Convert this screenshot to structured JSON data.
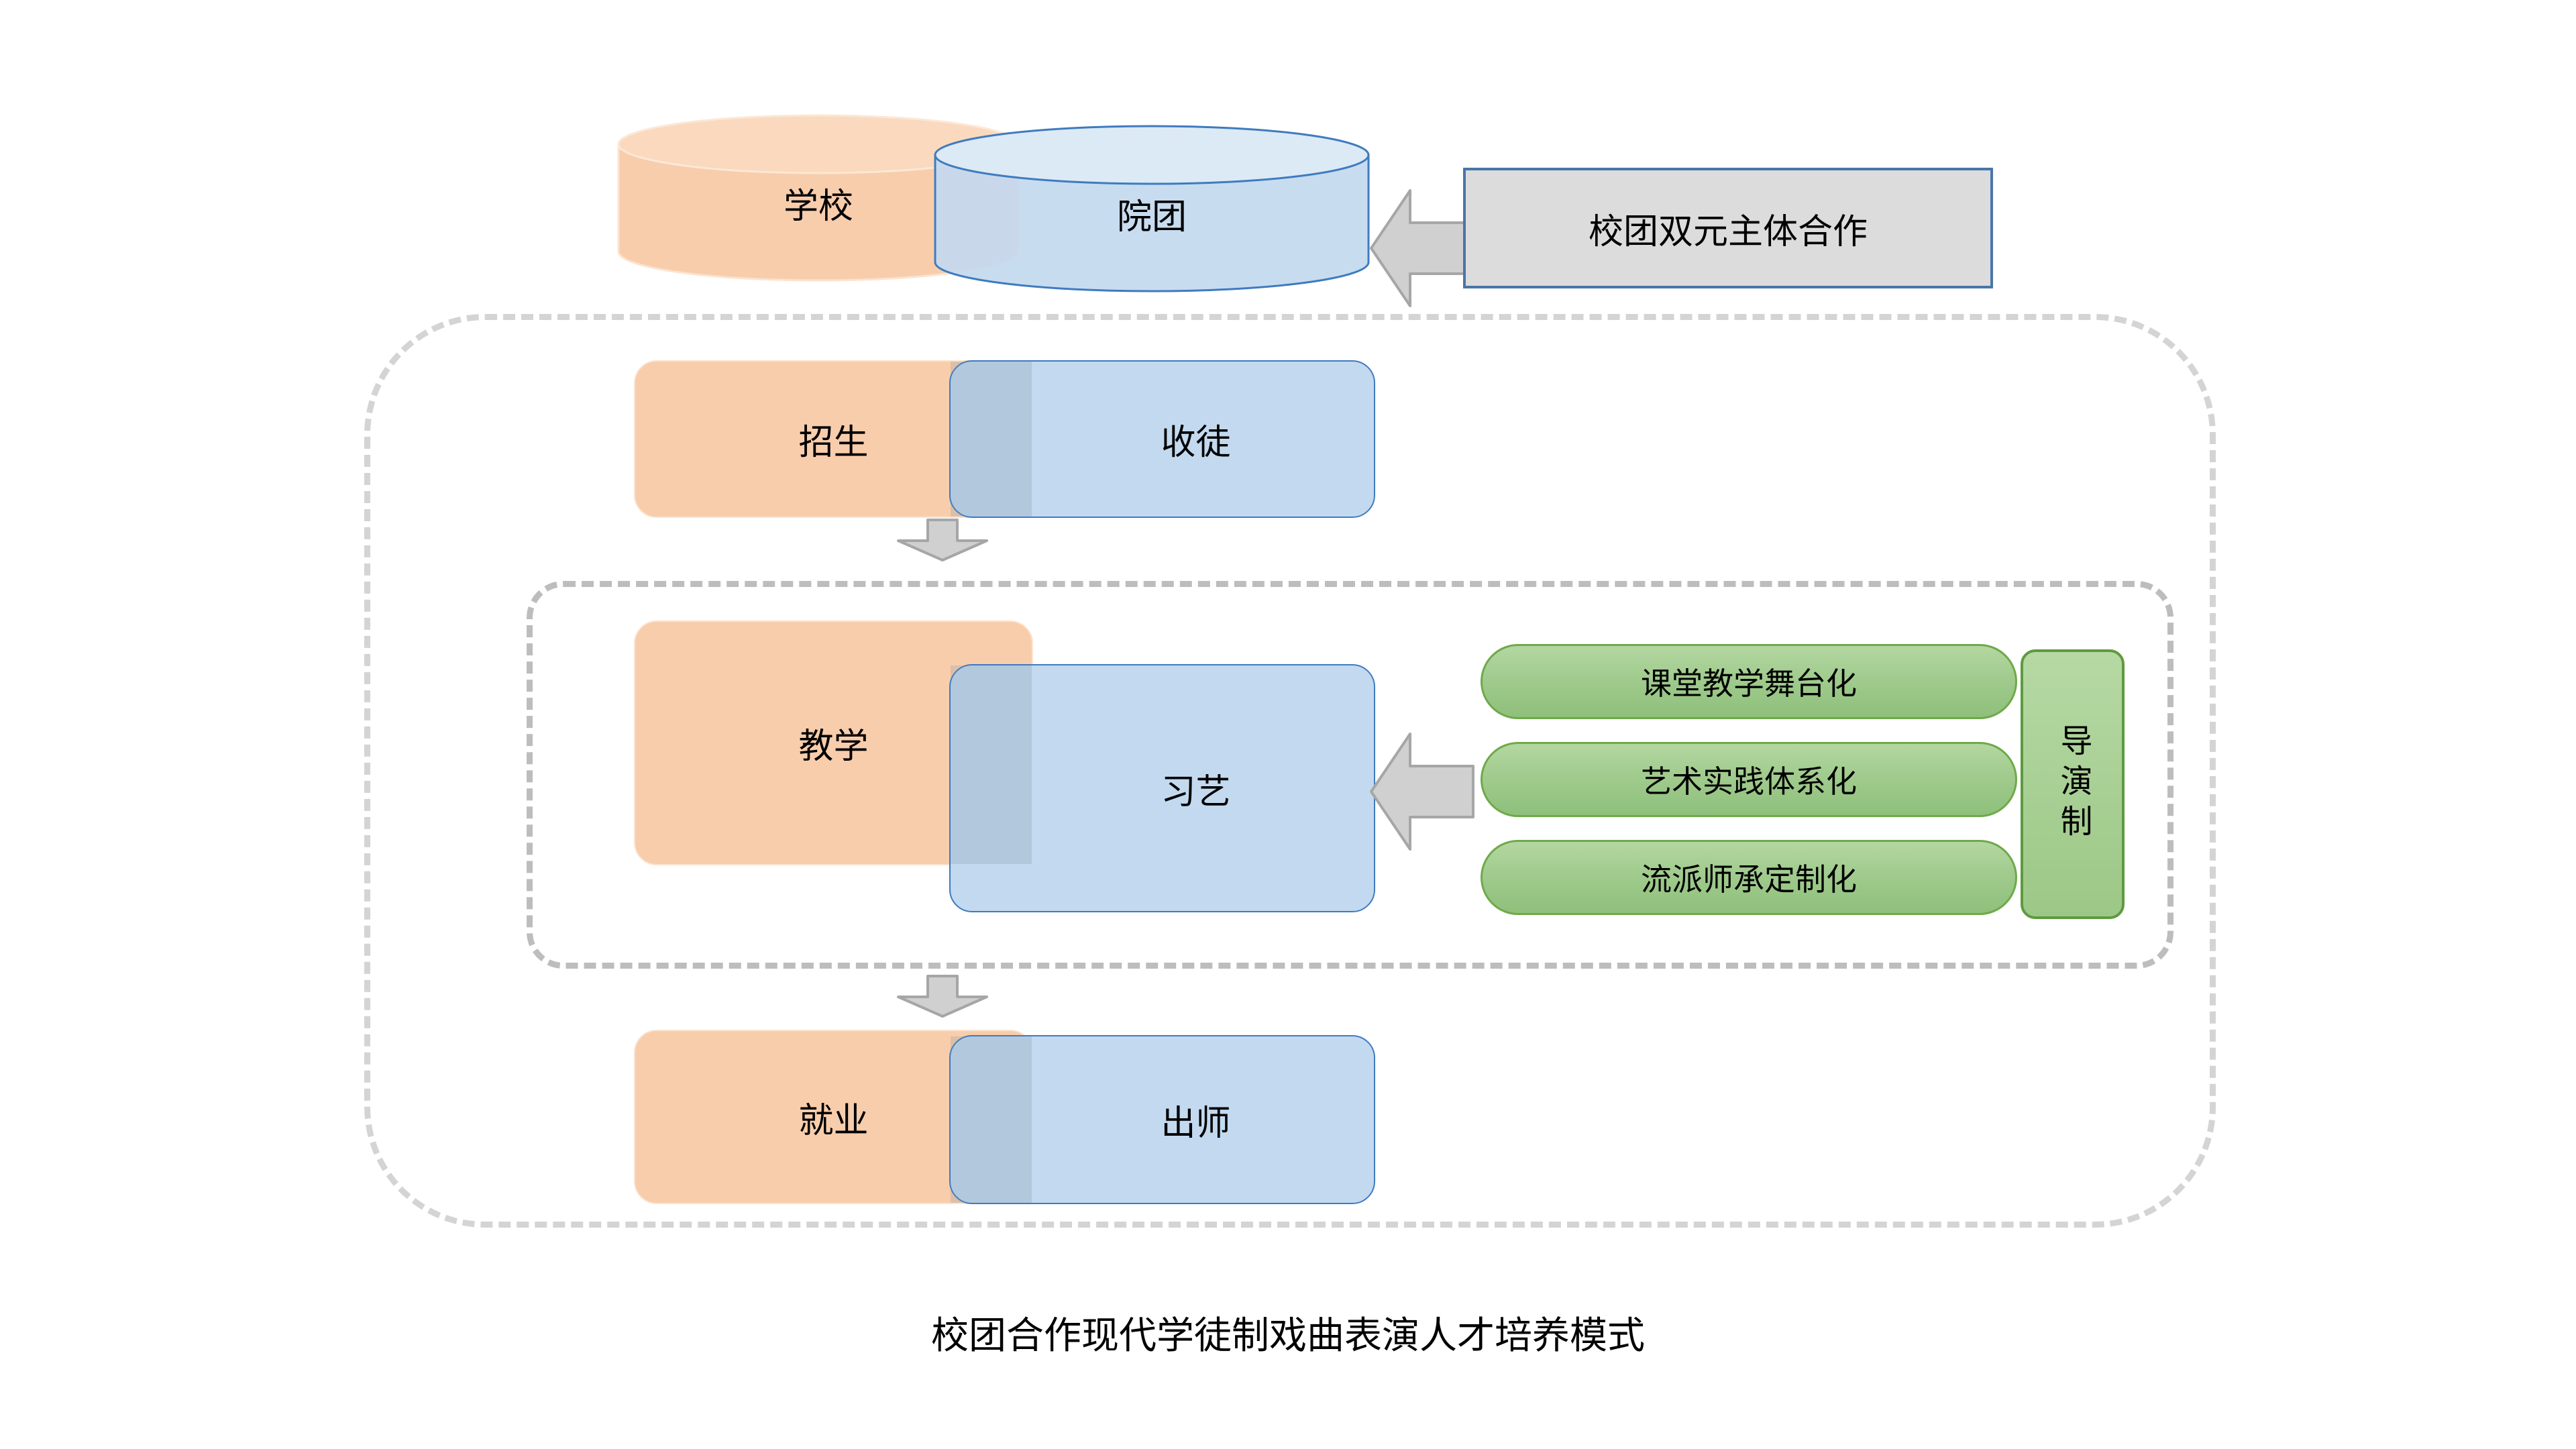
{
  "diagram": {
    "caption": "校团合作现代学徒制戏曲表演人才培养模式",
    "colors": {
      "school_fill": "#F8CDAC",
      "troupe_fill": "#C3D9EF",
      "troupe_stroke": "#3F7BBF",
      "overlap_fill": "#C5D2E0",
      "green_fill": "#A4CE91",
      "green_stroke": "#6FA94A",
      "callout_fill": "#DCDCDC",
      "callout_stroke": "#4A76A8",
      "arrow_fill": "#D0D0D0",
      "arrow_stroke": "#A6A6A6",
      "dashed_border": "#D4D4D4"
    },
    "cylinders": {
      "school": "学校",
      "troupe": "院团"
    },
    "callout": {
      "text": "校团双元主体合作"
    },
    "stages": [
      {
        "school": "招生",
        "troupe": "收徒"
      },
      {
        "school": "教学",
        "troupe": "习艺"
      },
      {
        "school": "就业",
        "troupe": "出师"
      }
    ],
    "methods": [
      "课堂教学舞台化",
      "艺术实践体系化",
      "流派师承定制化"
    ],
    "director_system": "导演制"
  }
}
